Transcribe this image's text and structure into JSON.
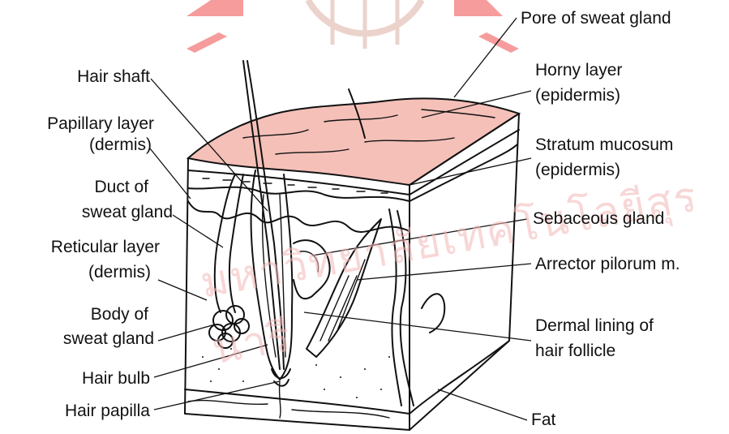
{
  "labels": {
    "hair_shaft": "Hair shaft",
    "papillary_1": "Papillary layer",
    "papillary_2": "(dermis)",
    "duct_1": "Duct of",
    "duct_2": "sweat gland",
    "reticular_1": "Reticular layer",
    "reticular_2": "(dermis)",
    "body_1": "Body of",
    "body_2": "sweat gland",
    "hair_bulb": "Hair bulb",
    "hair_papilla": "Hair papilla",
    "pore": "Pore of sweat gland",
    "horny_1": "Horny layer",
    "horny_2": "(epidermis)",
    "stratum_1": "Stratum mucosum",
    "stratum_2": "(epidermis)",
    "sebaceous": "Sebaceous gland",
    "arrector": "Arrector pilorum m.",
    "dermal_1": "Dermal lining of",
    "dermal_2": "hair follicle",
    "fat": "Fat"
  },
  "watermark": {
    "text": "มหาวิทยาลัยเทคโนโลยีสุรนารี",
    "color": "#ee2222"
  },
  "colors": {
    "skin_surface": "#f4c0b8",
    "ink": "#111111"
  }
}
